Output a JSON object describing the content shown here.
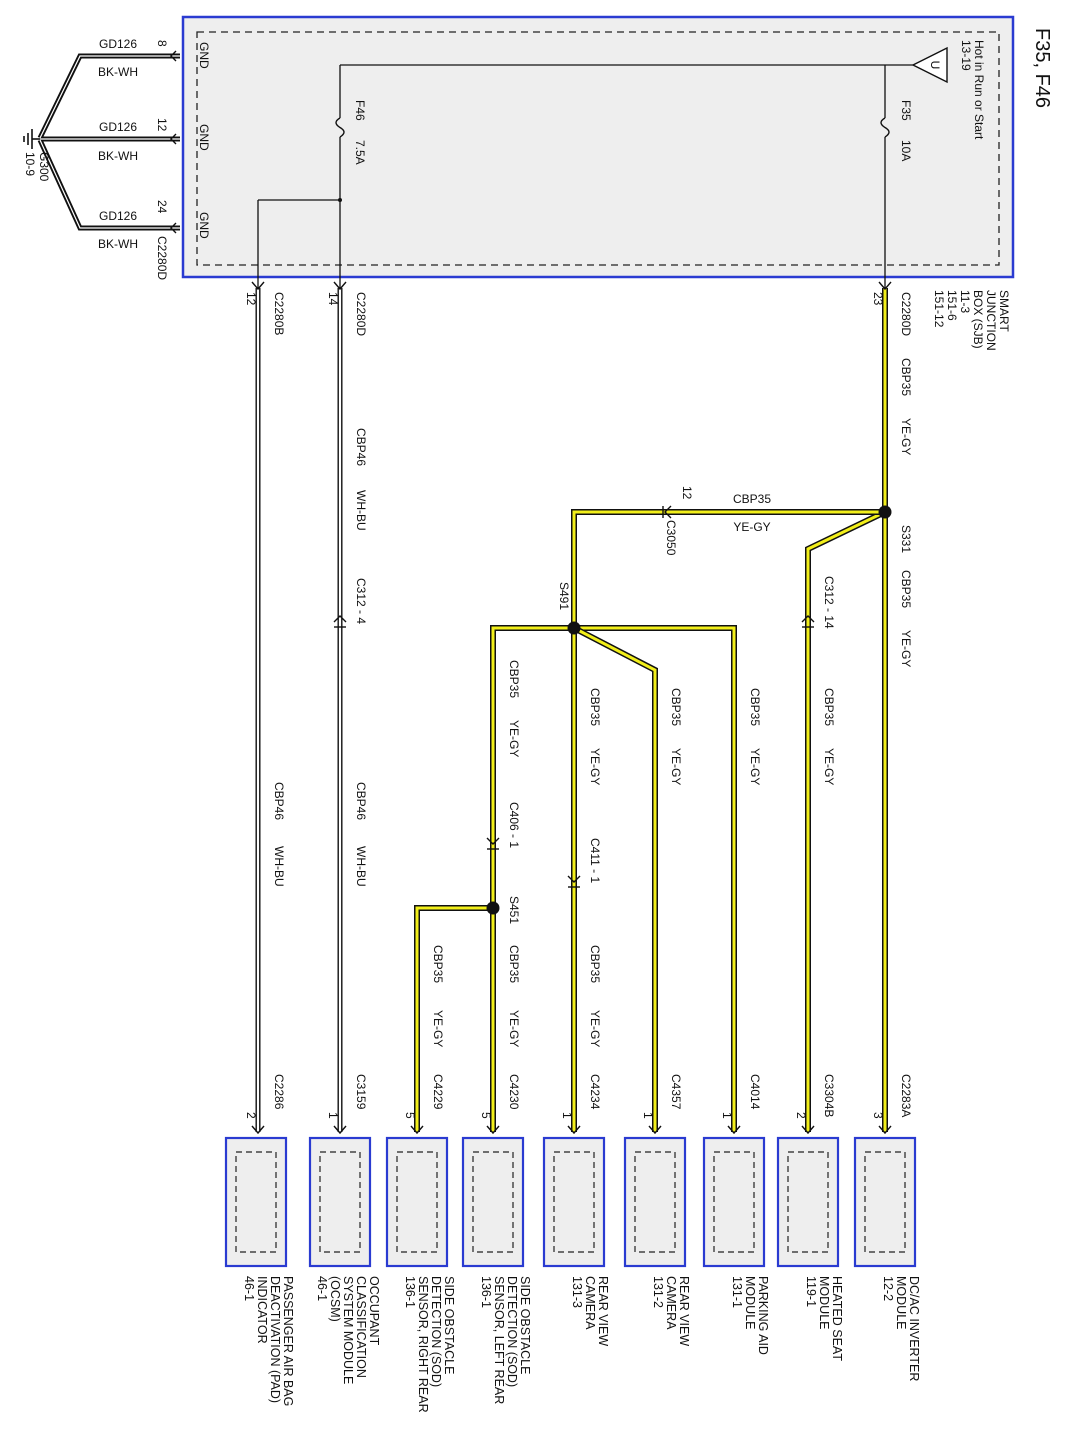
{
  "title": "F35, F46",
  "sjb": {
    "name": "SMART JUNCTION BOX (SJB)",
    "name_lines": [
      "SMART",
      "JUNCTION",
      "BOX (SJB)"
    ],
    "refs": [
      "11-3",
      "151-6",
      "151-12"
    ],
    "power_source_label": "Hot in Run or Start",
    "power_source_ref": "13-19",
    "power_symbol": "U",
    "fuse_f35": {
      "name": "F35",
      "rating": "10A"
    },
    "fuse_f46": {
      "name": "F46",
      "rating": "7.5A"
    },
    "gnd_label": "GND"
  },
  "ground": {
    "name": "G300",
    "ref": "10-9",
    "wires": [
      {
        "pin": "8",
        "circuit": "GD126",
        "color": "BK-WH"
      },
      {
        "pin": "12",
        "circuit": "GD126",
        "color": "BK-WH"
      },
      {
        "pin": "24",
        "circuit": "GD126",
        "color": "BK-WH"
      }
    ],
    "connector": "C2280D"
  },
  "sjb_outputs": [
    {
      "connector": "C2280D",
      "pin": "23"
    },
    {
      "connector": "C2280D",
      "pin": "14"
    },
    {
      "connector": "C2280B",
      "pin": "12"
    }
  ],
  "wire_labels": {
    "cbp35": "CBP35",
    "yegy": "YE-GY",
    "cbp46": "CBP46",
    "whbu": "WH-BU"
  },
  "splices": {
    "s331": "S331",
    "s491": "S491",
    "s451": "S451"
  },
  "inline_connectors": {
    "c3050": {
      "name": "C3050",
      "pin": "12"
    },
    "c312_14": "C312 - 14",
    "c312_4": "C312 - 4",
    "c406": "C406 - 1",
    "c411": "C411 - 1"
  },
  "components": [
    {
      "connector": "C2283A",
      "pin": "3",
      "label_lines": [
        "DC/AC INVERTER",
        "MODULE",
        "12-2"
      ]
    },
    {
      "connector": "C3304B",
      "pin": "2",
      "label_lines": [
        "HEATED SEAT",
        "MODULE",
        "119-1"
      ]
    },
    {
      "connector": "C4014",
      "pin": "1",
      "label_lines": [
        "PARKING AID",
        "MODULE",
        "131-1"
      ]
    },
    {
      "connector": "C4357",
      "pin": "1",
      "label_lines": [
        "REAR VIEW",
        "CAMERA",
        "131-2"
      ]
    },
    {
      "connector": "C4234",
      "pin": "1",
      "label_lines": [
        "REAR VIEW",
        "CAMERA",
        "131-3"
      ]
    },
    {
      "connector": "C4230",
      "pin": "5",
      "label_lines": [
        "SIDE OBSTACLE",
        "DETECTION (SOD)",
        "SENSOR, LEFT REAR",
        "136-1"
      ]
    },
    {
      "connector": "C4229",
      "pin": "5",
      "label_lines": [
        "SIDE OBSTACLE",
        "DETECTION (SOD)",
        "SENSOR, RIGHT REAR",
        "136-1"
      ]
    },
    {
      "connector": "C3159",
      "pin": "1",
      "label_lines": [
        "OCCUPANT",
        "CLASSIFICATION",
        "SYSTEM MODULE",
        "(OCSM)",
        "46-1"
      ]
    },
    {
      "connector": "C2286",
      "pin": "2",
      "label_lines": [
        "PASSENGER AIR BAG",
        "DEACTIVATION (PAD)",
        "INDICATOR",
        "46-1"
      ]
    }
  ],
  "colors": {
    "box_border": "#2a3bd1",
    "box_fill": "#eeeeee",
    "wire_yellow": "#f2ef1a",
    "wire_black": "#111111"
  }
}
